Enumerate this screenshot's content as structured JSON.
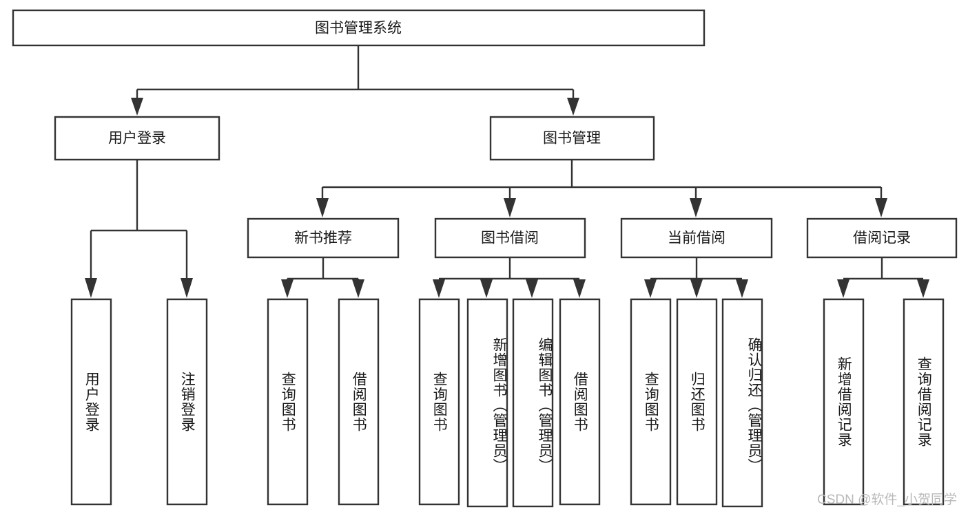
{
  "diagram": {
    "title_node": {
      "label": "图书管理系统"
    },
    "level2": [
      {
        "id": "user-login",
        "label": "用户登录"
      },
      {
        "id": "book-manage",
        "label": "图书管理"
      }
    ],
    "level3": [
      {
        "id": "new-book-recommend",
        "label": "新书推荐"
      },
      {
        "id": "book-borrow",
        "label": "图书借阅"
      },
      {
        "id": "current-borrow",
        "label": "当前借阅"
      },
      {
        "id": "borrow-record",
        "label": "借阅记录"
      }
    ],
    "leaves": [
      {
        "id": "leaf-user-login",
        "label": "用户登录",
        "group": "user-login"
      },
      {
        "id": "leaf-logout-login",
        "label": "注销登录",
        "group": "user-login"
      },
      {
        "id": "leaf-query-book-1",
        "label": "查询图书",
        "group": "new-book-recommend"
      },
      {
        "id": "leaf-borrow-book-1",
        "label": "借阅图书",
        "group": "new-book-recommend"
      },
      {
        "id": "leaf-query-book-2",
        "label": "查询图书",
        "group": "book-borrow"
      },
      {
        "id": "leaf-add-book",
        "label": "新增图书（管理员）",
        "group": "book-borrow"
      },
      {
        "id": "leaf-edit-book",
        "label": "编辑图书（管理员）",
        "group": "book-borrow"
      },
      {
        "id": "leaf-borrow-book-2",
        "label": "借阅图书",
        "group": "book-borrow"
      },
      {
        "id": "leaf-query-book-3",
        "label": "查询图书",
        "group": "current-borrow"
      },
      {
        "id": "leaf-return-book",
        "label": "归还图书",
        "group": "current-borrow"
      },
      {
        "id": "leaf-confirm-return",
        "label": "确认归还（管理员）",
        "group": "current-borrow"
      },
      {
        "id": "leaf-add-record",
        "label": "新增借阅记录",
        "group": "borrow-record"
      },
      {
        "id": "leaf-query-record",
        "label": "查询借阅记录",
        "group": "borrow-record"
      }
    ],
    "watermark": "CSDN @软件_小贺同学",
    "colors": {
      "stroke": "#333333",
      "box_fill": "#ffffff",
      "text": "#1a1a1a",
      "watermark": "#b9b9b9",
      "background": "#ffffff"
    }
  }
}
